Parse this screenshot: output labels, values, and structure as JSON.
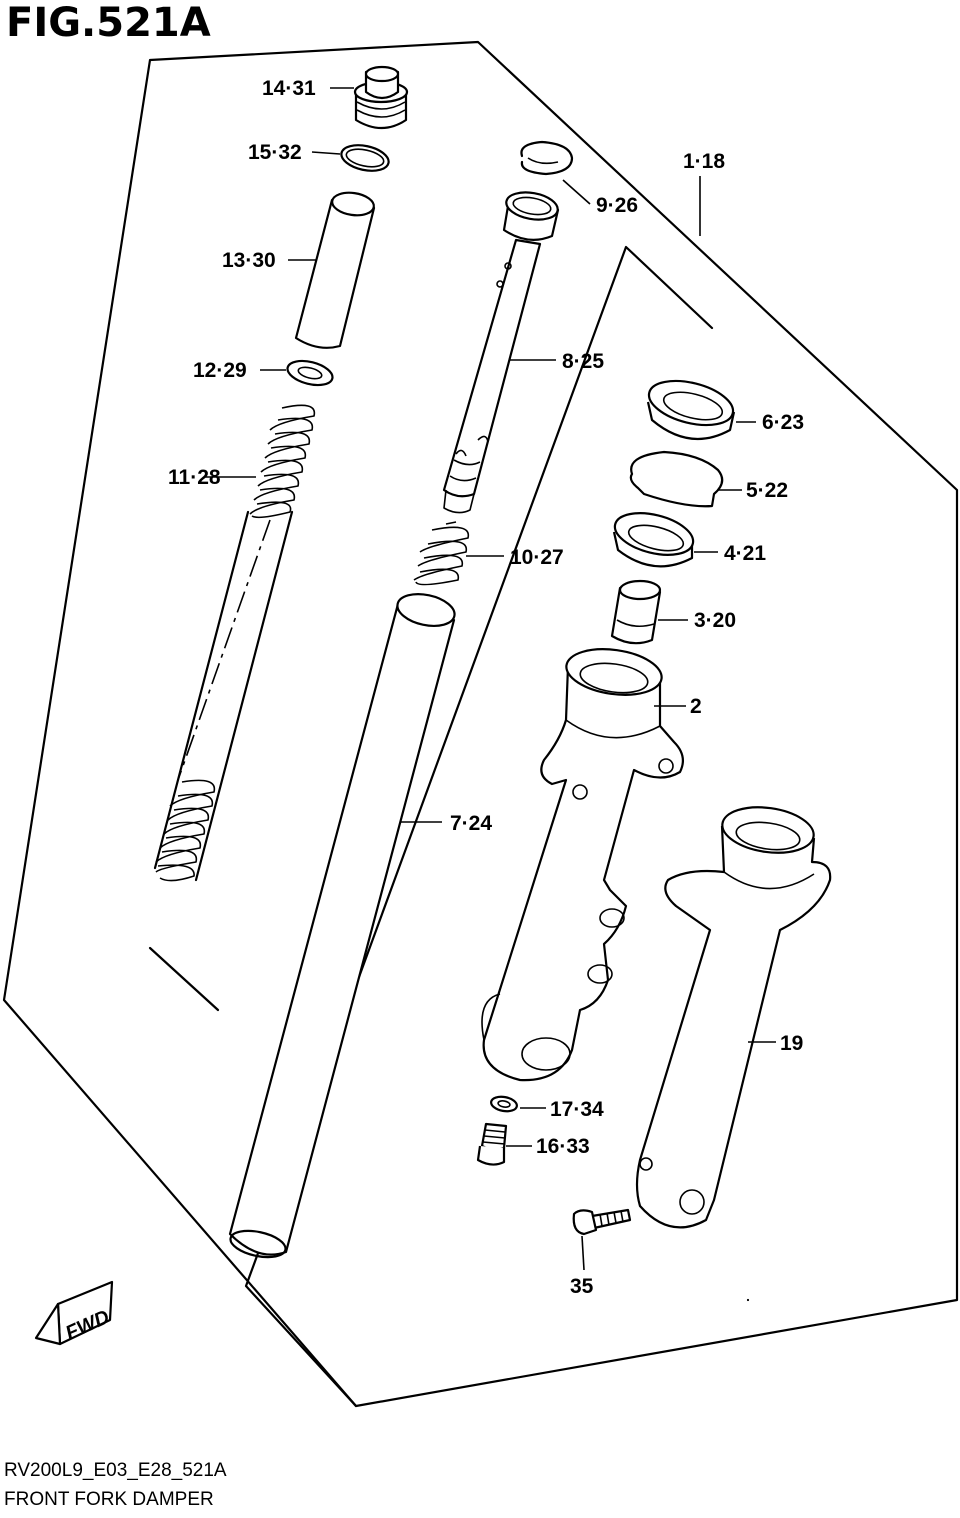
{
  "figure": {
    "title": "FIG.521A",
    "code": "RV200L9_E03_E28_521A",
    "name": "FRONT FORK DAMPER"
  },
  "callouts": {
    "c1": "1·18",
    "c2": "2",
    "c3": "3·20",
    "c4": "4·21",
    "c5": "5·22",
    "c6": "6·23",
    "c7": "7·24",
    "c8": "8·25",
    "c9": "9·26",
    "c10": "10·27",
    "c11": "11·28",
    "c12": "12·29",
    "c13": "13·30",
    "c14": "14·31",
    "c15": "15·32",
    "c16": "16·33",
    "c17": "17·34",
    "c19": "19",
    "c35": "35"
  },
  "direction_badge": "FWD"
}
